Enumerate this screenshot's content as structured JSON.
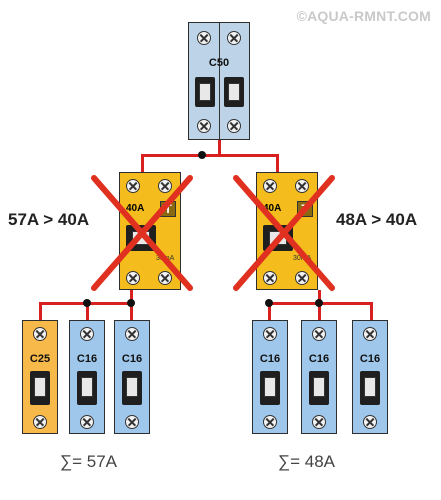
{
  "watermark": "©AQUA-RMNT.COM",
  "main_breaker": {
    "label": "C50"
  },
  "rcds": [
    {
      "rating": "40A",
      "test_button": "T",
      "sub": "30mA",
      "overload_label": "57A > 40A"
    },
    {
      "rating": "40A",
      "test_button": "T",
      "sub": "30mA",
      "overload_label": "48A > 40A"
    }
  ],
  "left_group": {
    "breakers": [
      {
        "label": "C25"
      },
      {
        "label": "C16"
      },
      {
        "label": "C16"
      }
    ],
    "sum": "∑= 57A"
  },
  "right_group": {
    "breakers": [
      {
        "label": "C16"
      },
      {
        "label": "C16"
      },
      {
        "label": "C16"
      }
    ],
    "sum": "∑= 48A"
  },
  "colors": {
    "wire": "#d82020",
    "cross": "#e03020",
    "rcd": "#f4bc1c",
    "breaker_blue": "#9ec7eb",
    "breaker_orange": "#f6b94a"
  }
}
